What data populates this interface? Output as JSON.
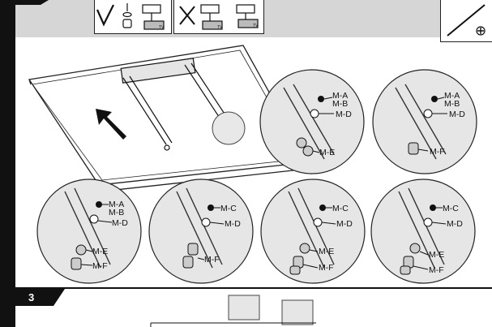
{
  "step": {
    "number": "3"
  },
  "details": [
    {
      "labels": [
        "M-A",
        "M-B",
        "M-D",
        "M-E"
      ]
    },
    {
      "labels": [
        "M-A",
        "M-B",
        "M-D",
        "M-F"
      ]
    },
    {
      "labels": [
        "M-A",
        "M-B",
        "M-D",
        "M-E",
        "M-F"
      ]
    },
    {
      "labels": [
        "M-C",
        "M-D",
        "M-F"
      ]
    },
    {
      "labels": [
        "M-C",
        "M-D",
        "M-E",
        "M-F"
      ]
    },
    {
      "labels": [
        "M-C",
        "M-D",
        "M-E",
        "M-F"
      ]
    }
  ],
  "icons": {
    "correct": "check-mark-icon",
    "incorrect": "cross-mark-icon",
    "tool": "phillips-screwdriver-icon"
  }
}
